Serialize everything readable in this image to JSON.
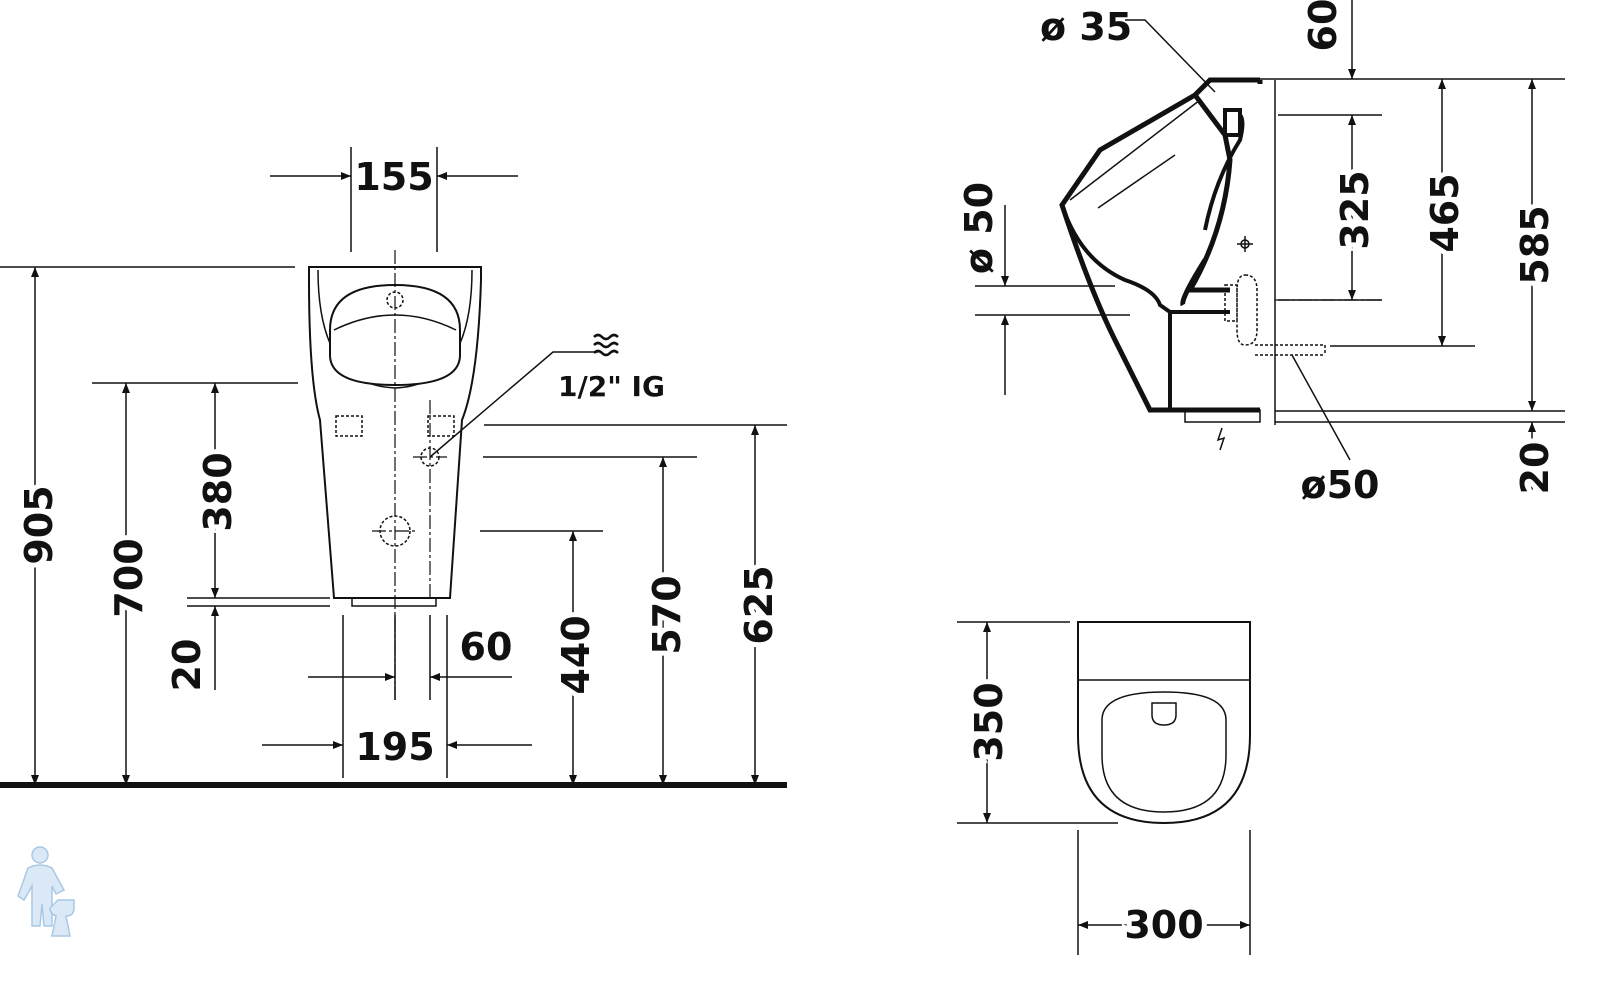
{
  "front_view": {
    "dims": {
      "top_width": "155",
      "total_height": "905",
      "rim_height": "700",
      "outlet_offset": "380",
      "bottom_gap": "20",
      "inlet_offset": "60",
      "bottom_width": "195",
      "outlet_height": "440",
      "inlet_height": "570",
      "mount_height": "625"
    },
    "water_label": "1/2\" IG",
    "water_icon": "water-waves-icon"
  },
  "side_view": {
    "dims": {
      "inlet_diameter": "ø 35",
      "top_offset": "60",
      "outlet_diameter_left": "ø 50",
      "outlet_drop": "325",
      "drain_height": "465",
      "total_depth_height": "585",
      "bottom_offset": "20",
      "drain_diameter": "ø50"
    }
  },
  "top_view": {
    "dims": {
      "depth": "350",
      "width": "300"
    }
  },
  "colors": {
    "line": "#111111",
    "logo": "#a9c8e6"
  }
}
